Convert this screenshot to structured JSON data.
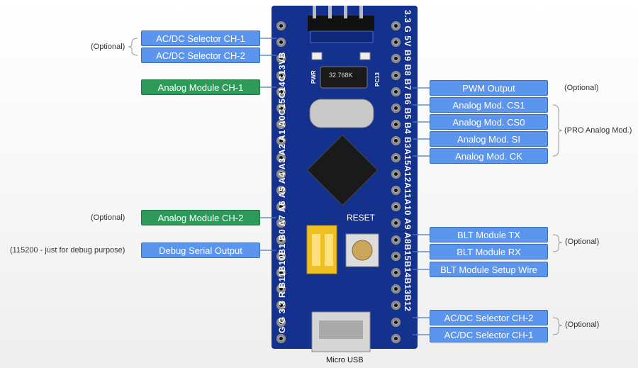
{
  "left_labels": [
    {
      "text": "AC/DC Selector CH-1",
      "style": "blue"
    },
    {
      "text": "AC/DC Selector CH-2",
      "style": "blue"
    },
    {
      "text": "Analog Module CH-1",
      "style": "green"
    },
    {
      "text": "Analog Module CH-2",
      "style": "green"
    },
    {
      "text": "Debug Serial Output",
      "style": "blue"
    }
  ],
  "right_labels": [
    {
      "text": "PWM Output"
    },
    {
      "text": "Analog Mod. CS1"
    },
    {
      "text": "Analog Mod. CS0"
    },
    {
      "text": "Analog Mod. SI"
    },
    {
      "text": "Analog Mod. CK"
    },
    {
      "text": "BLT Module TX"
    },
    {
      "text": "BLT Module RX"
    },
    {
      "text": "BLT Module Setup Wire"
    },
    {
      "text": "AC/DC Selector CH-2"
    },
    {
      "text": "AC/DC Selector CH-1"
    }
  ],
  "notes": {
    "optional_left_selectors": "(Optional)",
    "optional_analog2": "(Optional)",
    "debug_note": "(115200 - just for debug purpose)",
    "optional_pwm": "(Optional)",
    "pro_analog": "(PRO Analog Mod.)",
    "optional_blt": "(Optional)",
    "optional_right_selectors": "(Optional)"
  },
  "board": {
    "left_pins": "G G 3.3 R B11B10B1 B0 A7 A6 A5 A4 A3 A2 A1 A0C15C14C13VB",
    "right_pins": "3.3 G 5V B9 B8 B7 B6 B5 B4 B3A15A12A11A10 A9 A8B15B14B13B12",
    "reset_label": "RESET",
    "crystal_text": "32.768K",
    "pwr_label": "PWR",
    "pc13_label": "PC13"
  },
  "usb_label": "Micro USB"
}
